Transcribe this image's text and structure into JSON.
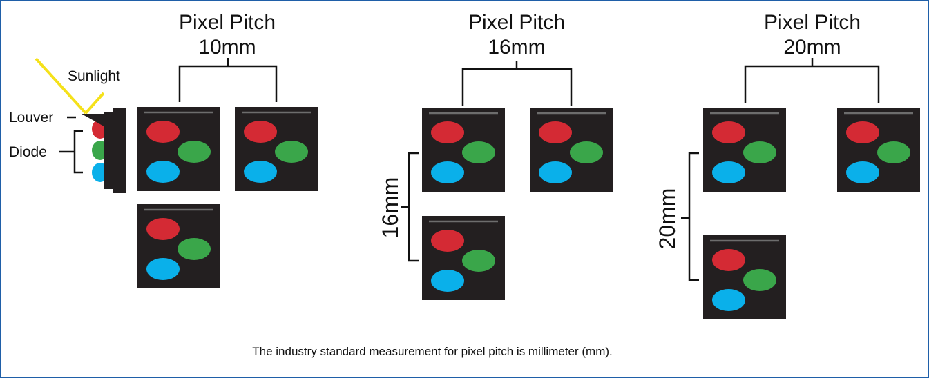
{
  "colors": {
    "frame": "#1f5fa8",
    "panel": "#231f20",
    "panel_line": "#6d6d6d",
    "red": "#d42a34",
    "green": "#3aa64a",
    "blue": "#0ab0ea",
    "sunlight": "#f5e11a"
  },
  "legend": {
    "sunlight_label": "Sunlight",
    "louver_label": "Louver",
    "diode_label": "Diode"
  },
  "groups": [
    {
      "title_line1": "Pixel Pitch",
      "title_line2": "10mm",
      "side_label": ""
    },
    {
      "title_line1": "Pixel Pitch",
      "title_line2": "16mm",
      "side_label": "16mm"
    },
    {
      "title_line1": "Pixel Pitch",
      "title_line2": "20mm",
      "side_label": "20mm"
    }
  ],
  "footer": "The industry standard measurement for pixel pitch is millimeter (mm)."
}
